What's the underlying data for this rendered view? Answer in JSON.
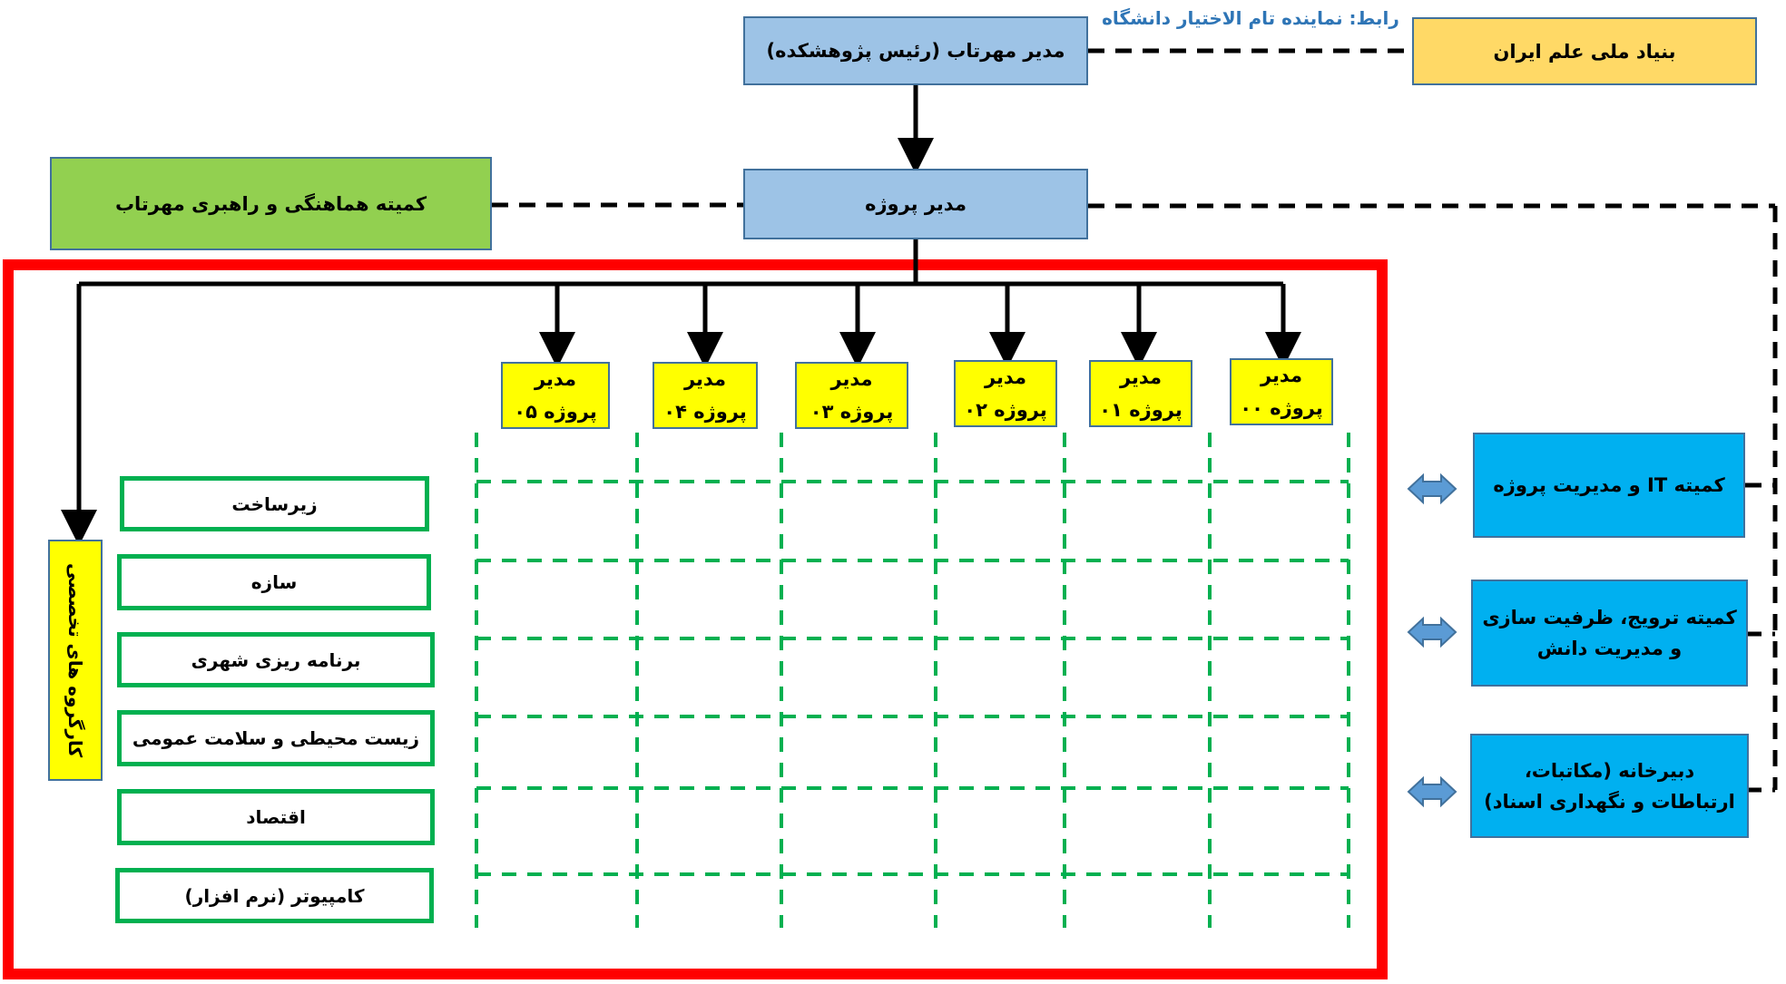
{
  "top_manager": "مدیر مهرتاب (رئیس پژوهشکده)",
  "liaison_label": "رابط: نماینده تام الاختیار دانشگاه",
  "funder": "بنیاد ملی علم ایران",
  "project_manager": "مدیر پروژه",
  "steering_committee": "کمیته هماهنگی و راهبری مهرتاب",
  "projects": [
    {
      "line1": "مدیر",
      "line2": "پروژه ۰۵"
    },
    {
      "line1": "مدیر",
      "line2": "پروژه ۰۴"
    },
    {
      "line1": "مدیر",
      "line2": "پروژه ۰۳"
    },
    {
      "line1": "مدیر",
      "line2": "پروژه ۰۲"
    },
    {
      "line1": "مدیر",
      "line2": "پروژه ۰۱"
    },
    {
      "line1": "مدیر",
      "line2": "پروژه ۰۰"
    }
  ],
  "working_groups_title": "کارگروه های تخصصی",
  "working_groups": [
    "زیرساخت",
    "سازه",
    "برنامه ریزی شهری",
    "زیست محیطی و سلامت عمومی",
    "اقتصاد",
    "کامپیوتر (نرم افزار)"
  ],
  "committees": [
    "کمیته IT و مدیریت پروژه",
    "کمیته ترویج، ظرفیت سازی و مدیریت دانش",
    "دبیرخانه (مکاتبات، ارتباطات و نگهداری اسناد)"
  ],
  "colors": {
    "light_blue": "#9DC3E6",
    "gold": "#FFD966",
    "green": "#92D050",
    "yellow": "#FFFF00",
    "cyan": "#00B0F0",
    "red_frame": "#FF0000",
    "grid_green": "#00B050",
    "arrow_blue": "#5B9BD5"
  }
}
